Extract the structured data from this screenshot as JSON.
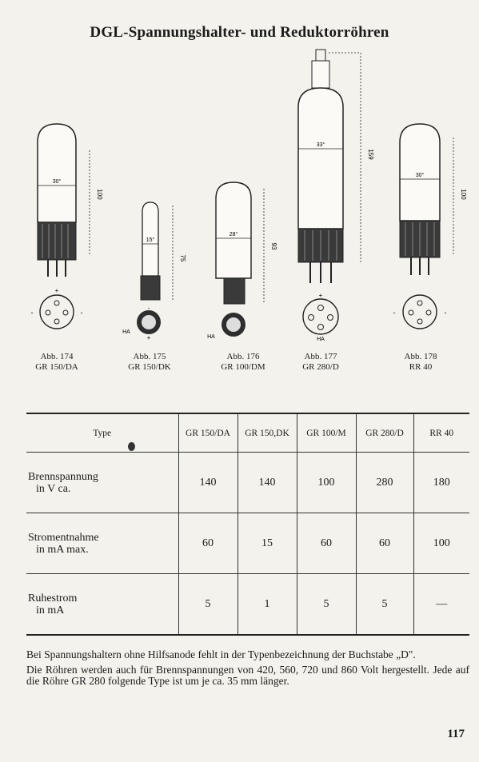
{
  "title": "DGL-Spannungshalter- und Reduktorröhren",
  "tubes": [
    {
      "fig": "Abb. 174",
      "type": "GR 150/DA",
      "diameter_label": "30°",
      "height_label": "100"
    },
    {
      "fig": "Abb. 175",
      "type": "GR 150/DK",
      "diameter_label": "15°",
      "height_label": "75"
    },
    {
      "fig": "Abb. 176",
      "type": "GR 100/DM",
      "diameter_label": "28°",
      "height_label": "93"
    },
    {
      "fig": "Abb. 177",
      "type": "GR 280/D",
      "diameter_label": "33°",
      "height_label": "159"
    },
    {
      "fig": "Abb. 178",
      "type": "RR 40",
      "diameter_label": "30°",
      "height_label": "100"
    }
  ],
  "pin_labels": {
    "ha": "HA",
    "plus": "+",
    "minus": "-"
  },
  "table": {
    "header_label": "Type",
    "columns": [
      "GR 150/DA",
      "GR 150,DK",
      "GR 100/M",
      "GR 280/D",
      "RR 40"
    ],
    "rows": [
      {
        "label_line1": "Brennspannung",
        "label_line2": "in V ca.",
        "values": [
          "140",
          "140",
          "100",
          "280",
          "180"
        ]
      },
      {
        "label_line1": "Stromentnahme",
        "label_line2": "in mA max.",
        "values": [
          "60",
          "15",
          "60",
          "60",
          "100"
        ]
      },
      {
        "label_line1": "Ruhestrom",
        "label_line2": "in mA",
        "values": [
          "5",
          "1",
          "5",
          "5",
          "—"
        ]
      }
    ]
  },
  "notes": [
    "Bei Spannungshaltern ohne Hilfsanode fehlt in der Typenbezeichnung der Buchstabe „D\".",
    "Die Röhren werden auch für Brennspannungen von 420, 560, 720 und 860 Volt hergestellt. Jede auf die Röhre GR 280 folgende Type ist um je ca. 35 mm länger."
  ],
  "page_number": "117"
}
